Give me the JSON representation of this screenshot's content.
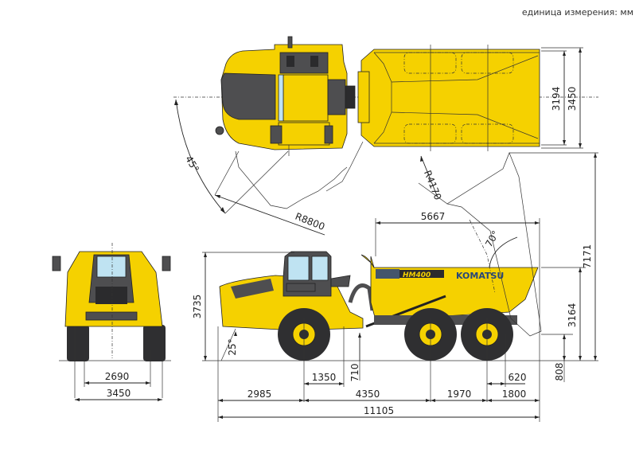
{
  "header": {
    "units_label": "единица измерения: мм"
  },
  "model": {
    "brand": "KOMATSU",
    "model_badge": "HM400"
  },
  "colors": {
    "body_yellow": "#f5d100",
    "body_dark_gray": "#4e4e50",
    "tire_black": "#2f2f31",
    "glass_blue": "#bfe3f2",
    "dimension_line": "#222222"
  },
  "top_view": {
    "dump_body_inner_width": "3194",
    "dump_body_outer_width": "3450",
    "turning_angle": "45°",
    "turning_radius": "R8800"
  },
  "front_view": {
    "track_width": "2690",
    "overall_width": "3450"
  },
  "side_view": {
    "dump_radius": "R4170",
    "dump_reach": "5667",
    "dump_angle": "70°",
    "overall_height_dumping": "7171",
    "body_height": "3164",
    "cab_height": "3735",
    "approach_angle": "25°",
    "ground_clearance": "710",
    "tailgate_clearance": "808",
    "front_axle_to_hitch": "1350",
    "rear_overhang_inner": "620",
    "front_overhang": "2985",
    "wheelbase_front_to_middle": "4350",
    "tandem_spacing": "1970",
    "rear_overhang": "1800",
    "overall_length": "11105"
  }
}
